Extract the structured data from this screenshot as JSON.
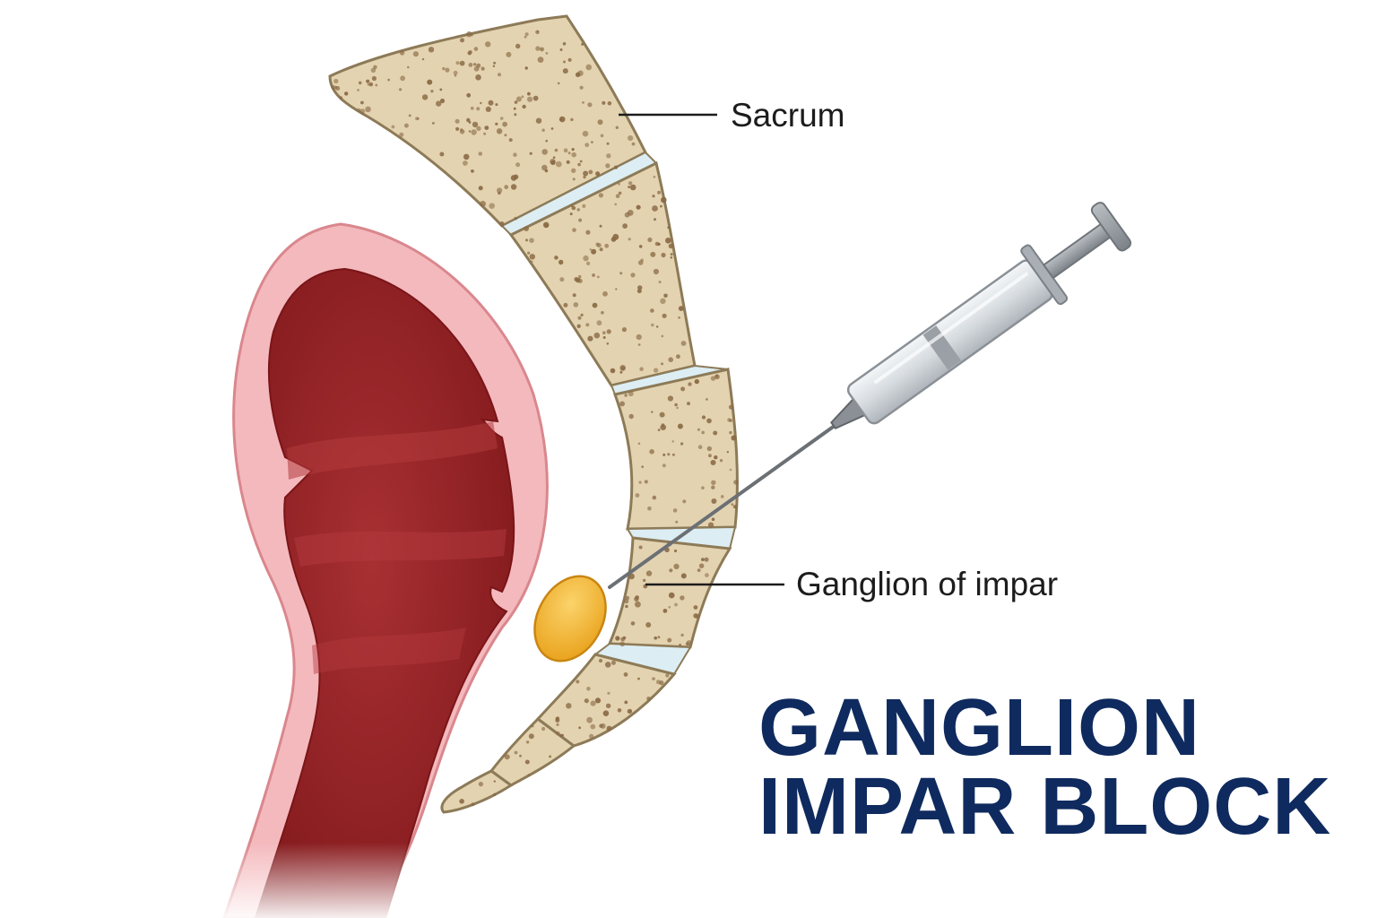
{
  "labels": {
    "sacrum": "Sacrum",
    "ganglion": "Ganglion of impar"
  },
  "title": {
    "line1": "GANGLION",
    "line2": "IMPAR BLOCK"
  },
  "colors": {
    "bone_fill": "#e3d3b1",
    "bone_outline": "#8d7a57",
    "bone_pores": "#8a6a45",
    "disc": "#dceef4",
    "rectum_wall": "#f4b9bd",
    "rectum_lumen": "#8e1c1f",
    "ganglion": "#f5b335",
    "syringe_barrel": "#dde2e6",
    "needle": "#6b7075",
    "title": "#0f2a5e"
  }
}
